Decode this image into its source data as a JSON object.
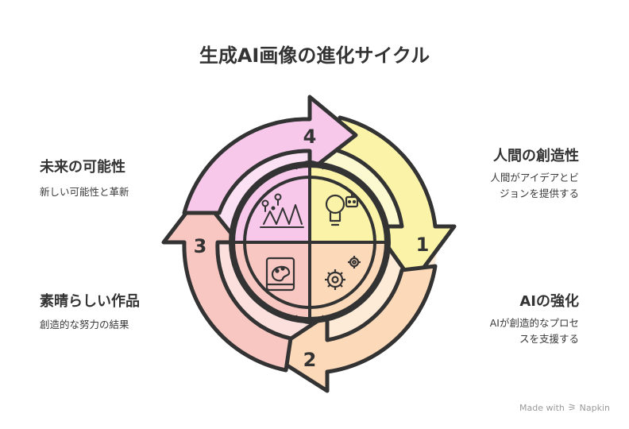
{
  "title": "生成AI画像の進化サイクル",
  "steps": [
    {
      "number": "1",
      "heading": "人間の創造性",
      "description": [
        "人間がアイデアとビ",
        "ジョンを提供する"
      ]
    },
    {
      "number": "2",
      "heading": "AIの強化",
      "description": [
        "AIが創造的なプロセ",
        "スを支援する"
      ]
    },
    {
      "number": "3",
      "heading": "素晴らしい作品",
      "description": [
        "創造的な努力の結果"
      ]
    },
    {
      "number": "4",
      "heading": "未来の可能性",
      "description": [
        "新しい可能性と革新"
      ]
    }
  ],
  "colors": {
    "yellow": "#fbf3a8",
    "peach": "#fcd9b8",
    "salmon": "#f9c7c2",
    "pink": "#f7c8ea",
    "stroke": "#333333"
  },
  "icons": [
    "lightbulb-robot-icon",
    "gears-icon",
    "palette-book-icon",
    "forest-ideas-icon"
  ],
  "footer": {
    "made_with": "Made with",
    "brand": "Napkin"
  }
}
